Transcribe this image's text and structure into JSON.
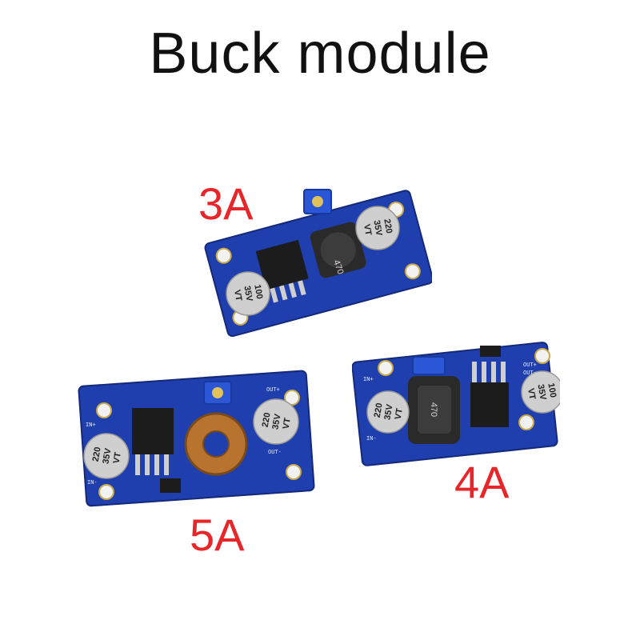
{
  "title": "Buck module",
  "colors": {
    "caption": "#e8262a",
    "pcb": "#1f3fae",
    "pcb_dark": "#15297a"
  },
  "modules": [
    {
      "caption": "3A",
      "cap_marking": [
        "220",
        "35V",
        "VT"
      ],
      "cap2_marking": [
        "100",
        "35V",
        "VT"
      ],
      "inductor_marking": "470"
    },
    {
      "caption": "5A",
      "cap_marking": [
        "220",
        "35V",
        "VT"
      ],
      "cap2_marking": [
        "220",
        "35V",
        "VT"
      ],
      "pin_labels": [
        "IN+",
        "IN-",
        "OUT+",
        "OUT-"
      ]
    },
    {
      "caption": "4A",
      "cap_marking": [
        "220",
        "35V",
        "VT"
      ],
      "cap2_marking": [
        "100",
        "35V",
        "VT"
      ],
      "inductor_marking": "470",
      "pin_labels": [
        "IN+",
        "IN-",
        "OUT+",
        "OUT-"
      ]
    }
  ]
}
